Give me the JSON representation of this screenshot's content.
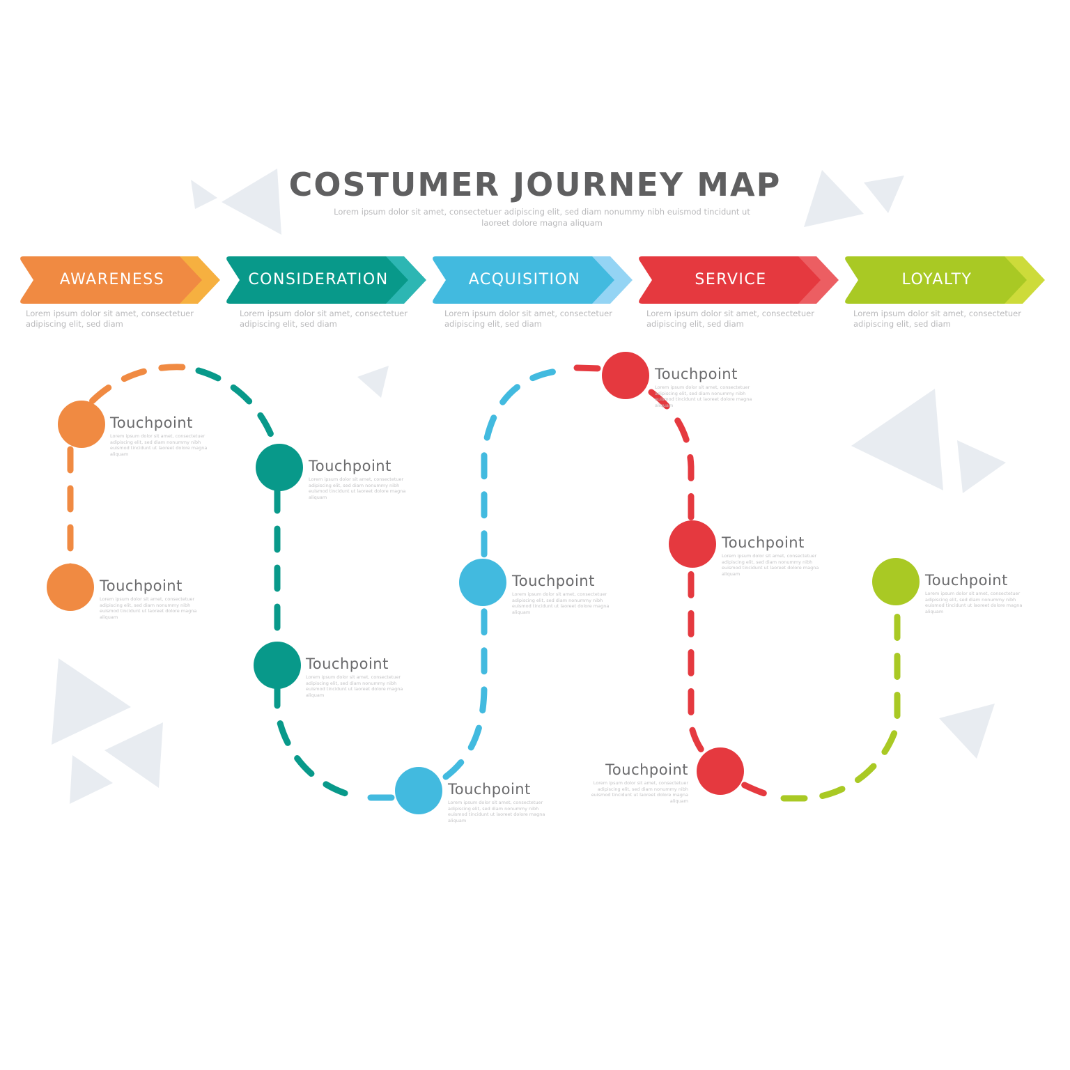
{
  "header": {
    "title": "COSTUMER JOURNEY MAP",
    "subtitle": "Lorem ipsum dolor sit amet, consectetuer adipiscing elit, sed diam nonummy nibh euismod tincidunt ut laoreet dolore magna aliquam"
  },
  "colors": {
    "background_triangles": "#e8ecf1",
    "title": "#5f5f60",
    "muted_text": "#b9b9bb"
  },
  "stages": [
    {
      "label": "AWARENESS",
      "color": "#f08a42",
      "accent": "#f6b040",
      "description": "Lorem ipsum dolor sit amet, consectetuer adipiscing elit, sed diam"
    },
    {
      "label": "CONSIDERATION",
      "color": "#08998a",
      "accent": "#2db6b3",
      "description": "Lorem ipsum dolor sit amet, consectetuer adipiscing elit, sed diam"
    },
    {
      "label": "ACQUISITION",
      "color": "#42badf",
      "accent": "#94d4f4",
      "description": "Lorem ipsum dolor sit amet, consectetuer adipiscing elit, sed diam"
    },
    {
      "label": "SERVICE",
      "color": "#e5393f",
      "accent": "#ec5e62",
      "description": "Lorem ipsum dolor sit amet, consectetuer adipiscing elit, sed diam"
    },
    {
      "label": "LOYALTY",
      "color": "#a9c924",
      "accent": "#cddb3a",
      "description": "Lorem ipsum dolor sit amet, consectetuer adipiscing elit, sed diam"
    }
  ],
  "touchpoints": [
    {
      "stage": "AWARENESS",
      "title": "Touchpoint",
      "body": "Lorem ipsum dolor sit amet, consectetuer adipiscing elit, sed diam nonummy nibh euismod tincidunt ut laoreet dolore magna aliquam"
    },
    {
      "stage": "AWARENESS",
      "title": "Touchpoint",
      "body": "Lorem ipsum dolor sit amet, consectetuer adipiscing elit, sed diam nonummy nibh euismod tincidunt ut laoreet dolore magna aliquam"
    },
    {
      "stage": "CONSIDERATION",
      "title": "Touchpoint",
      "body": "Lorem ipsum dolor sit amet, consectetuer adipiscing elit, sed diam nonummy nibh euismod tincidunt ut laoreet dolore magna aliquam"
    },
    {
      "stage": "CONSIDERATION",
      "title": "Touchpoint",
      "body": "Lorem ipsum dolor sit amet, consectetuer adipiscing elit, sed diam nonummy nibh euismod tincidunt ut laoreet dolore magna aliquam"
    },
    {
      "stage": "ACQUISITION",
      "title": "Touchpoint",
      "body": "Lorem ipsum dolor sit amet, consectetuer adipiscing elit, sed diam nonummy nibh euismod tincidunt ut laoreet dolore magna aliquam"
    },
    {
      "stage": "ACQUISITION",
      "title": "Touchpoint",
      "body": "Lorem ipsum dolor sit amet, consectetuer adipiscing elit, sed diam nonummy nibh euismod tincidunt ut laoreet dolore magna aliquam"
    },
    {
      "stage": "SERVICE",
      "title": "Touchpoint",
      "body": "Lorem ipsum dolor sit amet, consectetuer adipiscing elit, sed diam nonummy nibh euismod tincidunt ut laoreet dolore magna aliquam"
    },
    {
      "stage": "SERVICE",
      "title": "Touchpoint",
      "body": "Lorem ipsum dolor sit amet, consectetuer adipiscing elit, sed diam nonummy nibh euismod tincidunt ut laoreet dolore magna aliquam"
    },
    {
      "stage": "SERVICE",
      "title": "Touchpoint",
      "body": "Lorem ipsum dolor sit amet, consectetuer adipiscing elit, sed diam nonummy nibh euismod tincidunt ut laoreet dolore magna aliquam"
    },
    {
      "stage": "LOYALTY",
      "title": "Touchpoint",
      "body": "Lorem ipsum dolor sit amet, consectetuer adipiscing elit, sed diam nonummy nibh euismod tincidunt ut laoreet dolore magna aliquam"
    }
  ]
}
